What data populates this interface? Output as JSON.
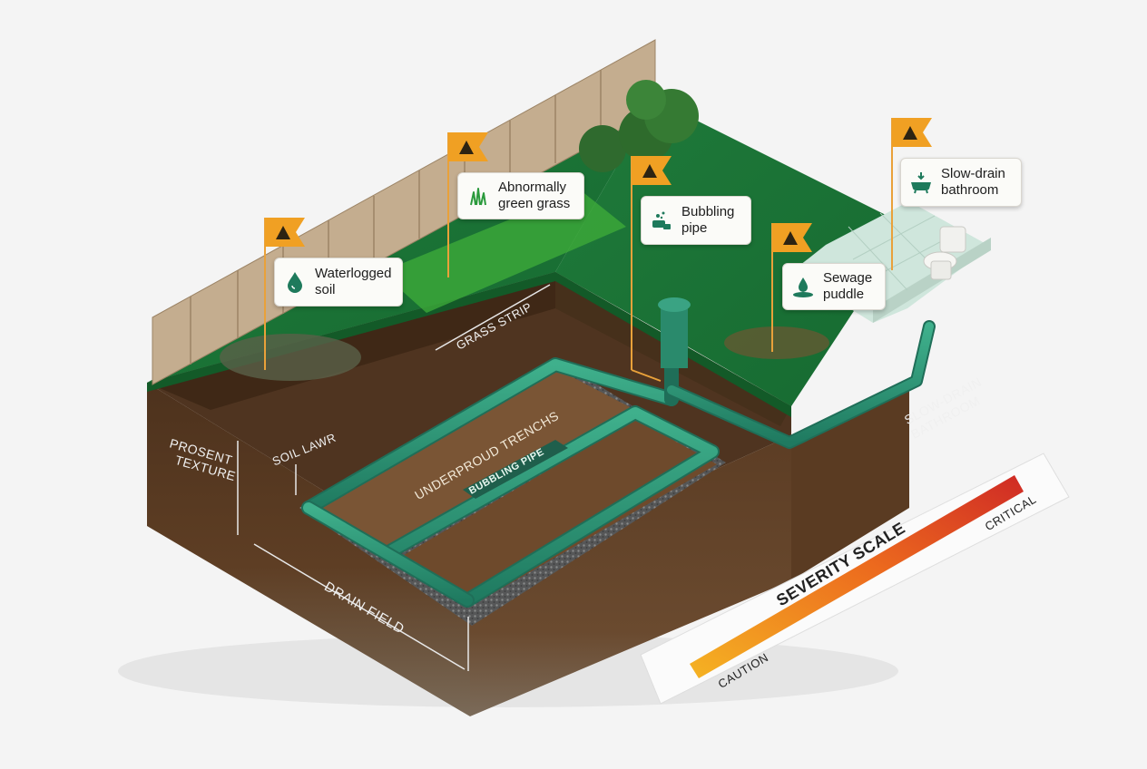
{
  "callouts": {
    "waterlogged": {
      "text": "Waterlogged\nsoil",
      "icon": "water-drop-icon"
    },
    "green_grass": {
      "text": "Abnormally\ngreen grass",
      "icon": "grass-icon"
    },
    "bubbling": {
      "text": "Bubbling\npipe",
      "icon": "bubbling-pipe-icon"
    },
    "sewage": {
      "text": "Sewage\npuddle",
      "icon": "puddle-icon"
    },
    "slow_drain": {
      "text": "Slow-drain\nbathroom",
      "icon": "bathtub-drain-icon"
    }
  },
  "labels": {
    "grass_strip": "GRASS STRIP",
    "soil_lawr": "SOIL LAWR",
    "prosent_line1": "PROSENT",
    "prosent_line2": "TEXTURE",
    "underground": "UNDERPROUD TRENCHS",
    "bubbling_pipe": "BUBBLING PIPE",
    "drain_field": "DRAIN FIELD",
    "slow_drain_line1": "SLOW-DRAIN",
    "slow_drain_line2": "BATHROOM"
  },
  "severity_scale": {
    "title": "SEVERITY SCALE",
    "min_label": "CAUTION",
    "max_label": "CRITICAL",
    "colors": [
      "#f5b323",
      "#ec6a1e",
      "#cf2a25"
    ]
  },
  "colors": {
    "grass": "#1f7a3a",
    "soil": "#5a3b22",
    "pipe": "#2a9273",
    "flag": "#f0a023",
    "fence": "#b8a083",
    "tile": "#cfe6dc"
  }
}
